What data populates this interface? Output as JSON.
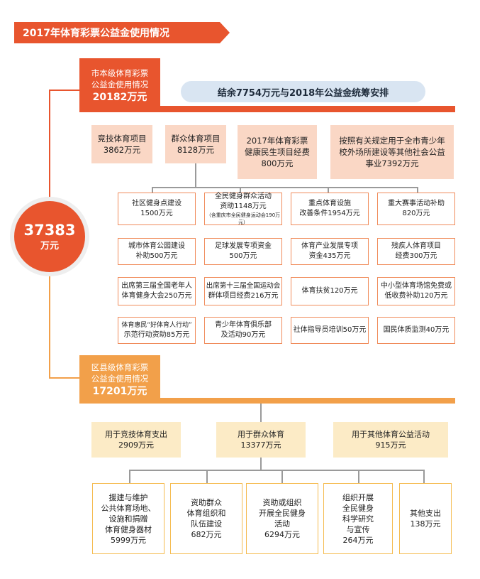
{
  "title": "2017年体育彩票公益金使用情况",
  "total": {
    "value": "37383",
    "unit": "万元"
  },
  "city": {
    "label_line1": "市本级体育彩票",
    "label_line2": "公益金使用情况",
    "amount": "20182万元",
    "surplus": "结余7754万元与2018年公益金统筹安排",
    "categories": [
      {
        "line1": "竞技体育项目",
        "line2": "3862万元"
      },
      {
        "line1": "群众体育项目",
        "line2": "8128万元"
      },
      {
        "line1": "2017年体育彩票",
        "line2": "健康民生项目经费",
        "line3": "800万元"
      },
      {
        "line1": "按照有关规定用于全市青少年",
        "line2": "校外场所建设等其他社会公益",
        "line3": "事业7392万元"
      }
    ],
    "items": [
      [
        {
          "line1": "社区健身点建设",
          "line2": "1500万元"
        },
        {
          "line1": "城市体育公园建设",
          "line2": "补助500万元"
        },
        {
          "line1": "出席第三届全国老年人",
          "line2": "体育健身大会250万元"
        },
        {
          "line1": "体育惠民“好体育人行动”",
          "line2": "示范行动资助85万元"
        }
      ],
      [
        {
          "line1": "全民健身群众活动",
          "line2": "资助1148万元",
          "line3": "（含重庆市全民健身运动会190万元）"
        },
        {
          "line1": "足球发展专项资金",
          "line2": "500万元"
        },
        {
          "line1": "出席第十三届全国运动会",
          "line2": "群体项目经费216万元"
        },
        {
          "line1": "青少年体育俱乐部",
          "line2": "及活动90万元"
        }
      ],
      [
        {
          "line1": "重点体育设施",
          "line2": "改善条件1954万元"
        },
        {
          "line1": "体育产业发展专项",
          "line2": "资金435万元"
        },
        {
          "line1": "体育扶贫120万元"
        },
        {
          "line1": "社体指导员培训50万元"
        }
      ],
      [
        {
          "line1": "重大赛事活动补助",
          "line2": "820万元"
        },
        {
          "line1": "残疾人体育项目",
          "line2": "经费300万元"
        },
        {
          "line1": "中小型体育场馆免费或",
          "line2": "低收费补助120万元"
        },
        {
          "line1": "国民体质监测40万元"
        }
      ]
    ]
  },
  "county": {
    "label_line1": "区县级体育彩票",
    "label_line2": "公益金使用情况",
    "amount": "17201万元",
    "categories": [
      {
        "line1": "用于竞技体育支出",
        "line2": "2909万元"
      },
      {
        "line1": "用于群众体育",
        "line2": "13377万元"
      },
      {
        "line1": "用于其他体育公益活动",
        "line2": "915万元"
      }
    ],
    "items": [
      {
        "lines": [
          "援建与维护",
          "公共体育场地、",
          "设施和捐赠",
          "体育健身器材",
          "5999万元"
        ]
      },
      {
        "lines": [
          "资助群众",
          "体育组织和",
          "队伍建设",
          "682万元"
        ]
      },
      {
        "lines": [
          "资助或组织",
          "开展全民健身",
          "活动",
          "6294万元"
        ]
      },
      {
        "lines": [
          "组织开展",
          "全民健身",
          "科学研究",
          "与宣传",
          "264万元"
        ]
      },
      {
        "lines": [
          "其他支出",
          "138万元"
        ]
      }
    ]
  },
  "colors": {
    "red": "#e8552e",
    "orange": "#f2a04a",
    "peach": "#fad7c5",
    "cream": "#fcebc6",
    "pill": "#d9e5f2"
  }
}
